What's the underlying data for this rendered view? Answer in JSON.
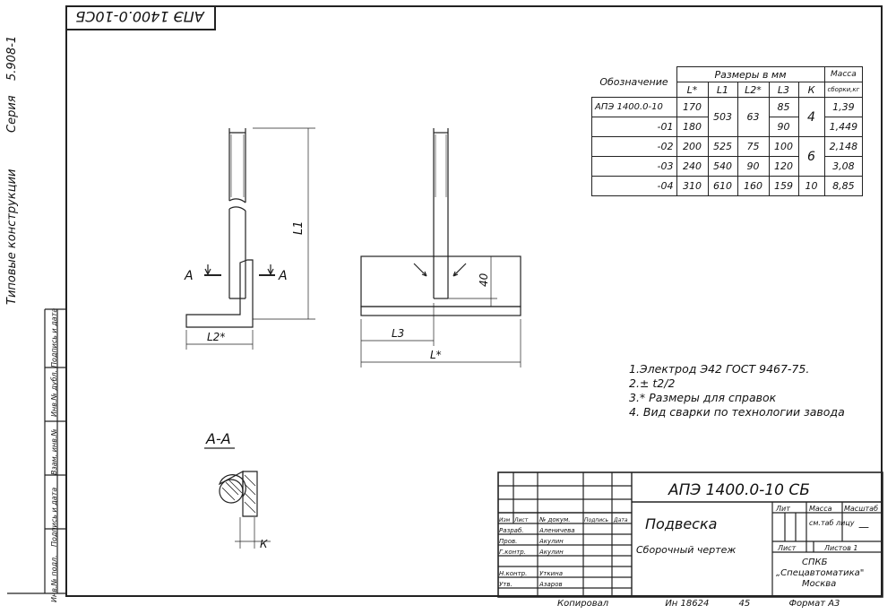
{
  "code_box": "АПЭ 1400.0-10СБ",
  "side": {
    "series": "Серия",
    "series_no": "5.908-1",
    "title": "Типовые конструкции",
    "labels": [
      "Инв.№ подл.",
      "Подпись и дата",
      "Взам. инв.№",
      "Инв.№ дубл.",
      "Подпись и дата"
    ]
  },
  "drawing": {
    "section_mark_left": "А",
    "section_mark_right": "А",
    "dim_l1": "L1",
    "dim_l2": "L2*",
    "dim_l3": "L3",
    "dim_l": "L*",
    "dim_40": "40",
    "section_title": "А-А",
    "k_label": "К"
  },
  "table": {
    "header_group": "Размеры в мм",
    "header_mass": "Масса",
    "header_mass_sub": "сборки,кг",
    "columns": [
      "Обозначение",
      "L*",
      "L1",
      "L2*",
      "L3",
      "К"
    ],
    "rows": [
      {
        "name": "АПЭ 1400.0-10",
        "L": "170",
        "L1": "503",
        "L2": "63",
        "L3": "85",
        "K": "4",
        "mass": "1,39"
      },
      {
        "name": "-01",
        "L": "180",
        "L1": "",
        "L2": "",
        "L3": "90",
        "K": "",
        "mass": "1,449"
      },
      {
        "name": "-02",
        "L": "200",
        "L1": "525",
        "L2": "75",
        "L3": "100",
        "K": "6",
        "mass": "2,148"
      },
      {
        "name": "-03",
        "L": "240",
        "L1": "540",
        "L2": "90",
        "L3": "120",
        "K": "",
        "mass": "3,08"
      },
      {
        "name": "-04",
        "L": "310",
        "L1": "610",
        "L2": "160",
        "L3": "159",
        "K": "10",
        "mass": "8,85"
      }
    ]
  },
  "notes": [
    "1.Электрод Э42 ГОСТ 9467-75.",
    "2.± t2/2",
    "3.* Размеры для справок",
    "4. Вид сварки по технологии завода"
  ],
  "title_block": {
    "designation": "АПЭ 1400.0-10 СБ",
    "name": "Подвеска",
    "doc_type": "Сборочный чертеж",
    "lit": "Лит",
    "mass": "Масса",
    "scale": "Масштаб",
    "mass_value": "см.таб лицу",
    "scale_value": "—",
    "sheet": "Лист",
    "sheets": "Листов 1",
    "org1": "СПКБ",
    "org2": "„Спецавтоматика\"",
    "org3": "Москва",
    "col_headers": [
      "Изм",
      "Лист",
      "№ докум.",
      "Подпись",
      "Дата"
    ],
    "people": [
      {
        "role": "Разраб.",
        "name": "Аленичева"
      },
      {
        "role": "Пров.",
        "name": "Акулин"
      },
      {
        "role": "Г.контр.",
        "name": "Акулин"
      },
      {
        "role": "",
        "name": ""
      },
      {
        "role": "Н.контр.",
        "name": "Уткина"
      },
      {
        "role": "Утв.",
        "name": "Азаров"
      }
    ]
  },
  "footer": {
    "copied": "Копировал",
    "inv": "Ин 18624",
    "num": "45",
    "format": "Формат А3"
  }
}
